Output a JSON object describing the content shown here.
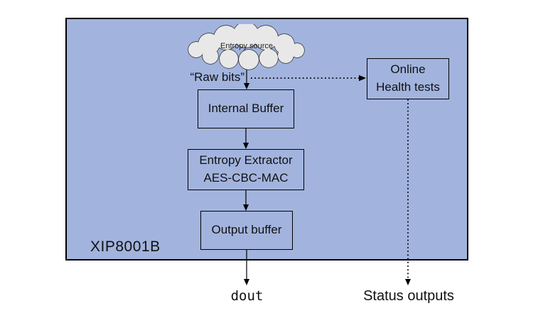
{
  "diagram": {
    "chip_label": "XIP8001B",
    "cloud_label": "Entropy source",
    "raw_bits_label": "“Raw bits”",
    "boxes": {
      "internal_buffer": "Internal Buffer",
      "extractor_line1": "Entropy Extractor",
      "extractor_line2": "AES-CBC-MAC",
      "output_buffer": "Output buffer",
      "health_line1": "Online",
      "health_line2": "Health tests"
    },
    "outputs": {
      "dout": "dout",
      "status": "Status outputs"
    },
    "colors": {
      "chip_fill": "#a2b4de",
      "cloud_fill": "#e8e8e8",
      "stroke": "#000000",
      "background": "#ffffff"
    }
  }
}
